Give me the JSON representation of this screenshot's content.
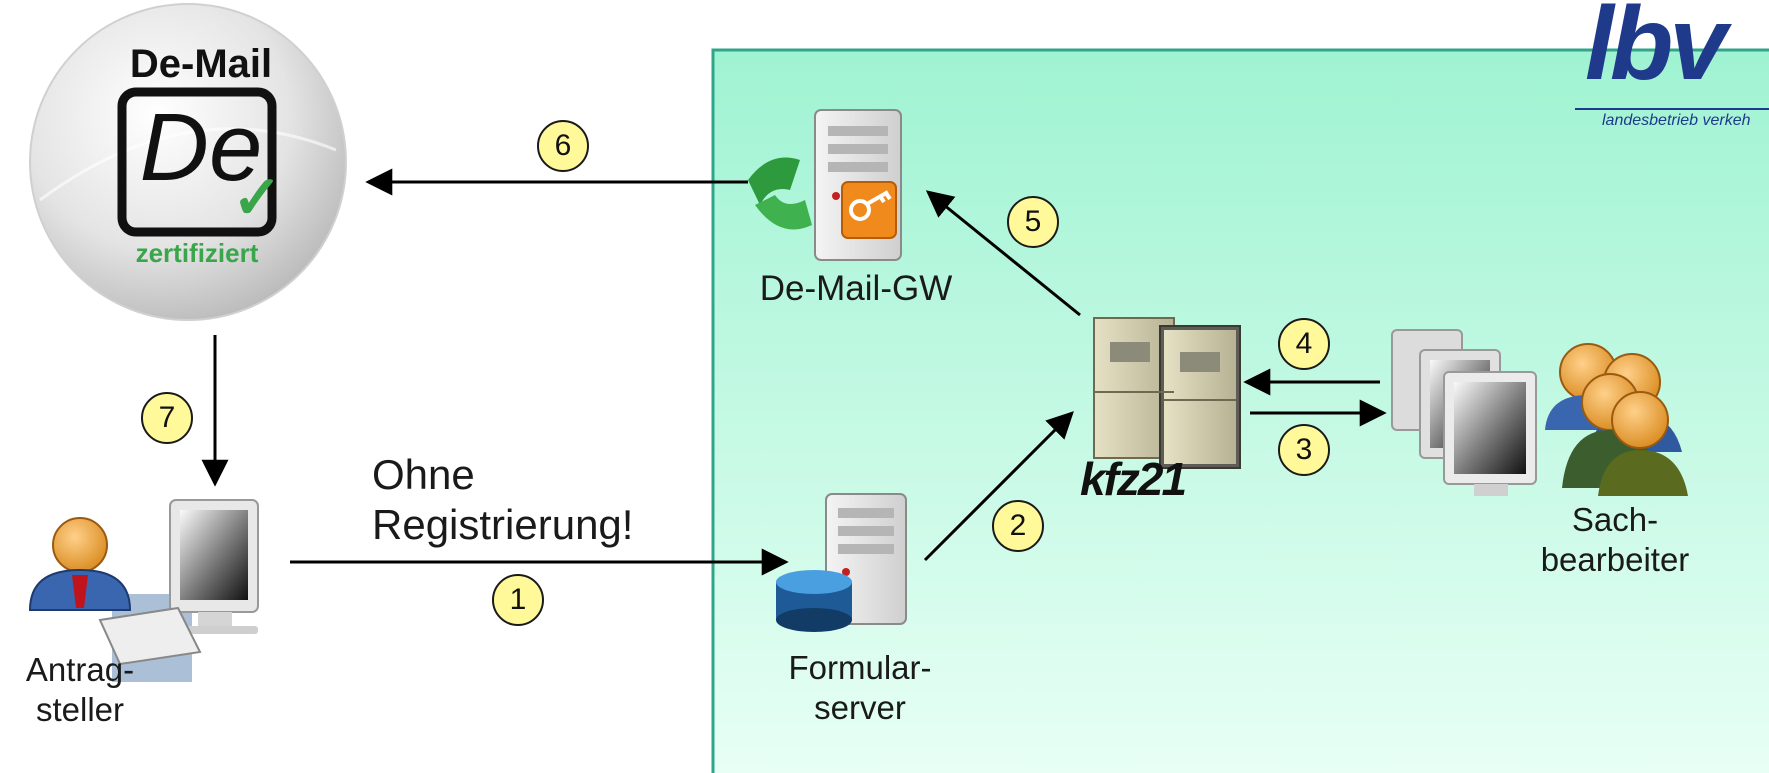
{
  "diagram": {
    "nodes": {
      "demail_badge": {
        "lines": [
          "De-Mail",
          "De",
          "zertifiziert"
        ]
      },
      "antragsteller": {
        "label": "Antrag-\nsteller"
      },
      "gateway": {
        "label": "De-Mail-GW"
      },
      "formularserver": {
        "label": "Formular-\nserver"
      },
      "kfz": {
        "brand": "kfz21"
      },
      "sachbearbeiter": {
        "label": "Sach-\nbearbeiter"
      },
      "lbv_logo": {
        "mark": "lbv",
        "text": "landesbetrieb verkeh"
      }
    },
    "annotation": "Ohne\nRegistrierung!",
    "steps": [
      "1",
      "2",
      "3",
      "4",
      "5",
      "6",
      "7"
    ]
  },
  "colors": {
    "zone_fill": "#b3f5dc",
    "zone_border": "#2fa58a",
    "step_fill": "#fff99a",
    "arrow": "#000000",
    "demail_green": "#3aa54b",
    "lbv_blue": "#1f3a8a"
  },
  "icons": {
    "demail_badge": "de-mail-certified-badge-icon",
    "user_workstation": "user-computer-icon",
    "gateway_server": "server-key-icon",
    "form_server": "server-database-icon",
    "central_servers": "server-rack-icon",
    "clerk_group": "user-group-computers-icon"
  }
}
